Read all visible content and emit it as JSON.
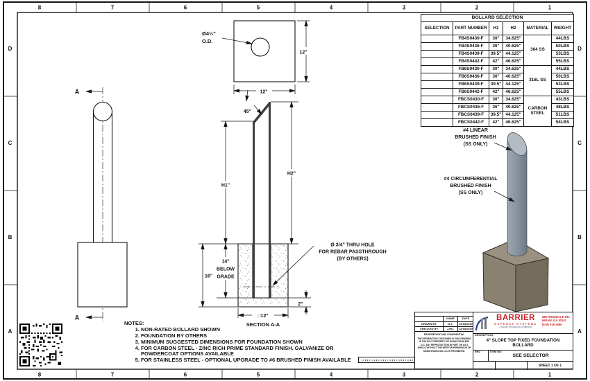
{
  "sheet": {
    "cols": [
      "8",
      "7",
      "6",
      "5",
      "4",
      "3",
      "2",
      "1"
    ],
    "rows": [
      "D",
      "C",
      "B",
      "A"
    ]
  },
  "table": {
    "title": "BOLLARD SELECTION",
    "headers": [
      "SELECTION",
      "PART NUMBER",
      "H1",
      "H2",
      "MATERIAL",
      "WEIGHT"
    ],
    "materials": [
      "304 SS",
      "316L SS",
      "CARBON STEEL"
    ],
    "rows": [
      {
        "part": "FB4S0430-F",
        "h1": "30\"",
        "h2": "34.625\"",
        "weight": "44LBS"
      },
      {
        "part": "FB4S0436-F",
        "h1": "36\"",
        "h2": "40.625\"",
        "weight": "50LBS"
      },
      {
        "part": "FB4S0439-F",
        "h1": "39.5\"",
        "h2": "44.125\"",
        "weight": "53LBS"
      },
      {
        "part": "FB4S0442-F",
        "h1": "42\"",
        "h2": "46.625\"",
        "weight": "55LBS"
      },
      {
        "part": "FB6S0430-F",
        "h1": "30\"",
        "h2": "34.625\"",
        "weight": "44LBS"
      },
      {
        "part": "FB6S0436-F",
        "h1": "36\"",
        "h2": "40.625\"",
        "weight": "50LBS"
      },
      {
        "part": "FB6S0439-F",
        "h1": "39.5\"",
        "h2": "44.125\"",
        "weight": "53LBS"
      },
      {
        "part": "FB6S0442-F",
        "h1": "42\"",
        "h2": "46.625\"",
        "weight": "55LBS"
      },
      {
        "part": "FBCS0430-F",
        "h1": "30\"",
        "h2": "34.625\"",
        "weight": "43LBS"
      },
      {
        "part": "FBCS0436-F",
        "h1": "36\"",
        "h2": "40.625\"",
        "weight": "48LBS"
      },
      {
        "part": "FBCS0439-F",
        "h1": "39.5\"",
        "h2": "44.125\"",
        "weight": "51LBS"
      },
      {
        "part": "FBCS0442-F",
        "h1": "42\"",
        "h2": "46.625\"",
        "weight": "54LBS"
      }
    ]
  },
  "views": {
    "front": {
      "marker": "A"
    },
    "top": {
      "od1": "Ø4½\"",
      "od2": "O.D.",
      "dim_right": "12\"",
      "dim_bottom": "12\""
    },
    "section": {
      "angle": "45°",
      "h1": "H1\"",
      "h2": "H2\"",
      "depth": "16\"",
      "bg1": "14\"",
      "bg2": "BELOW",
      "bg3": "GRADE",
      "clear": "2\"",
      "width": "□12\"",
      "caption": "SECTION A-A",
      "hole1": "Ø 3/4\" THRU HOLE",
      "hole2": "FOR REBAR PASSTHROUGH",
      "hole3": "(BY OTHERS)"
    },
    "iso": {
      "c1a": "#4 LINEAR",
      "c1b": "BRUSHED FINISH",
      "c1c": "(SS ONLY)",
      "c2a": "#4 CIRCUMFERENTIAL",
      "c2b": "BRUSHED FINISH",
      "c2c": "(SS ONLY)"
    }
  },
  "notes": {
    "title": "NOTES:",
    "items": [
      "NON-RATED BOLLARD SHOWN",
      "FOUNDATION BY OTHERS",
      "MINIMUM SUGGESTED DIMENSIONS FOR FOUNDATION SHOWN",
      "FOR CARBON STEEL - ZINC RICH PRIME STANDARD FINISH. GALVANIZE OR POWDERCOAT OPTIONS AVAILABLE",
      "FOR STAINLESS STEEL - OPTIONAL UPGRADE TO #6 BRUSHED FINISH AVAILABLE"
    ]
  },
  "title_block": {
    "name_header": "NAME",
    "date_header": "DATE",
    "drawn_label": "DRAWN BY",
    "drawn_name": "S.J.",
    "drawn_date": "12/18/2019",
    "checked_label": "CHECKED BY",
    "checked_name": "J.HU.",
    "checked_date": "12/18/2019",
    "proprietary_title": "PROPRIETARY AND CONFIDENTIAL",
    "proprietary_body": "THE INFORMATION CONTAINED IN THIS DRAWING IS THE SOLE PROPERTY OF SHAW STAINLESS LLC. ANY REPRODUCTION IN PART OR AS A WHOLE WITHOUT THE WRITTEN PERMISSION OF SHAW STAINLESS LLC IS PROHIBITED.",
    "brand": "BARRIER",
    "brand_sub": "DEFENSE SYSTEMS",
    "brand_tag": "A SHAW STAINLESS COMPANY",
    "addr1": "986 ROSEDALE DR.",
    "addr2": "HIRAM, GA 30141",
    "addr3": "(678) 915-2080",
    "desc_label": "DESCRIPTION:",
    "desc1": "4\" SLOPE TOP FIXED FOUNDATION",
    "desc2": "BOLLARD",
    "rev_label": "REV.",
    "item_label": "ITEM NO:",
    "item_value": "SEE SELECTOR",
    "sheet": "SHEET 1 OF 1"
  },
  "colors": {
    "brand_red": "#c8242b",
    "brand_blue": "#23418e",
    "bollard_gray": "#8a93a0",
    "bollard_top": "#b4bbc3",
    "concrete_top": "#9a9181",
    "concrete_front": "#8a8270",
    "concrete_side": "#746c5b"
  }
}
